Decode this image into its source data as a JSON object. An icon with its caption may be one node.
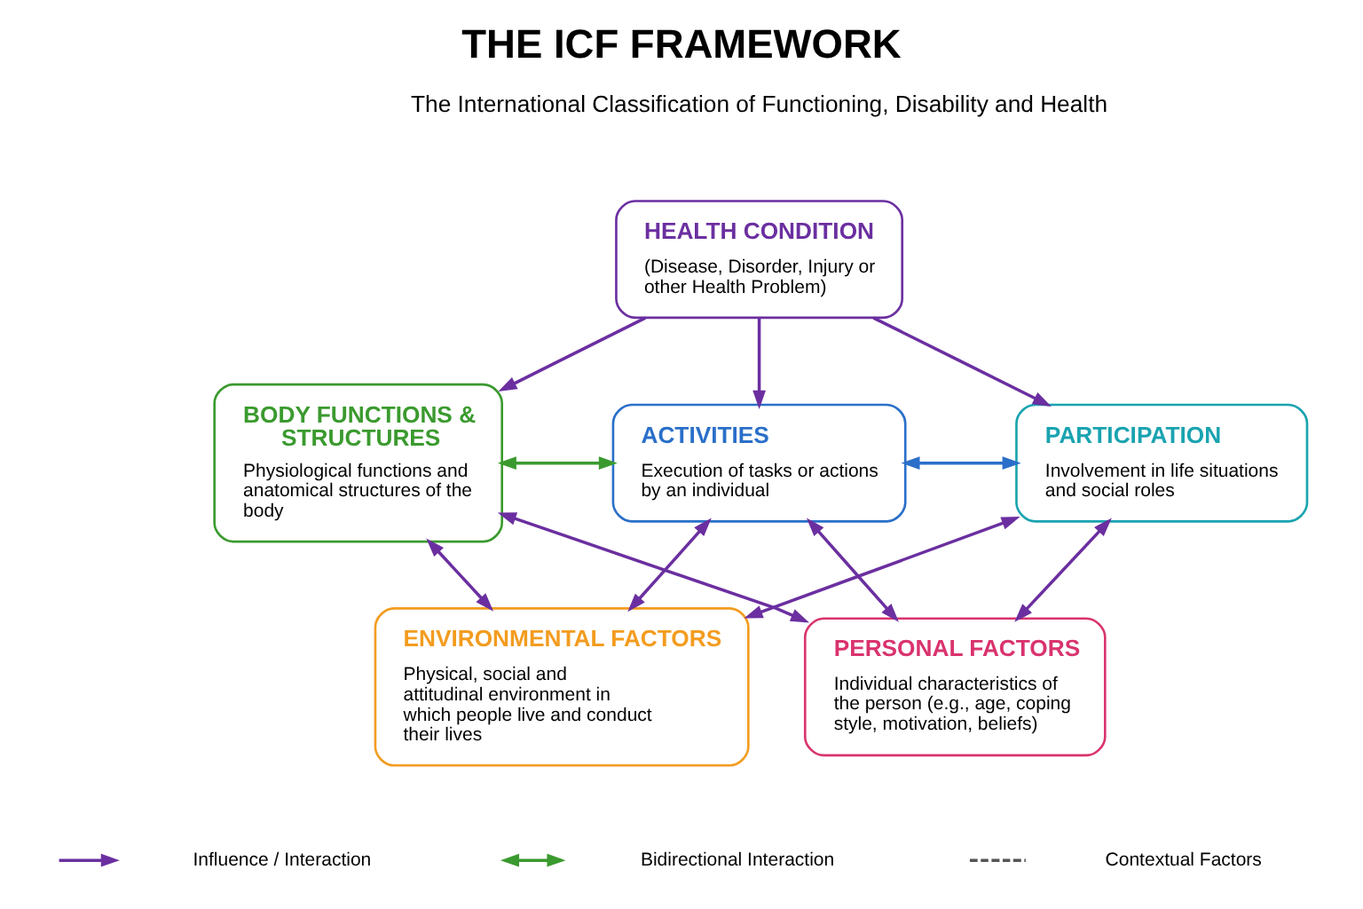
{
  "diagram": {
    "title": "THE ICF FRAMEWORK",
    "nodes": [
      {
        "text": [
          "HEALTH CONDITION",
          "(Disease, Disorder, Injury or other Health Problem)"
        ]
      },
      {
        "text": [
          "BODY FUNCTIONS & STRUCTURES",
          "Physiological functions and anatomical structures of the body"
        ]
      },
      {
        "text": [
          "ACTIVITIES",
          "Execution of tasks or actions by an individual"
        ]
      },
      {
        "text": [
          "PARTICIPATION",
          "Involvement in life situations and social roles"
        ]
      },
      {
        "text": [
          "ENVIRONMENTAL FACTORS",
          "Physical, social and attitudinal environment in which people live and conduct their lives"
        ]
      },
      {
        "text": [
          "PERSONAL FACTORS",
          "Individual characteristics of the person (e.g., age, coping style, motivation, beliefs)"
        ]
      }
    ],
    "edges": [
      {
        "from": 0,
        "to": 1,
        "arrow": "to"
      },
      {
        "from": 0,
        "to": 2,
        "arrow": "to"
      },
      {
        "from": 0,
        "to": 3,
        "arrow": "to"
      },
      {
        "from": 1,
        "to": 2,
        "arrow": "both",
        "color": "#3a9a2e"
      },
      {
        "from": 2,
        "to": 3,
        "arrow": "both",
        "color": "#2a6fc9"
      },
      {
        "from": 1,
        "to": 4,
        "arrow": "both"
      },
      {
        "from": 1,
        "to": 5,
        "arrow": "both"
      },
      {
        "from": 2,
        "to": 4,
        "arrow": "both"
      },
      {
        "from": 2,
        "to": 5,
        "arrow": "both"
      },
      {
        "from": 3,
        "to": 4,
        "arrow": "both"
      },
      {
        "from": 3,
        "to": 5,
        "arrow": "both"
      }
    ],
    "labels": [
      "The International Classification of Functioning, Disability and Health"
    ],
    "legend": [
      {
        "text": "Influence / Interaction"
      },
      {
        "text": "Bidirectional Interaction"
      },
      {
        "text": "Contextual Factors"
      }
    ]
  }
}
